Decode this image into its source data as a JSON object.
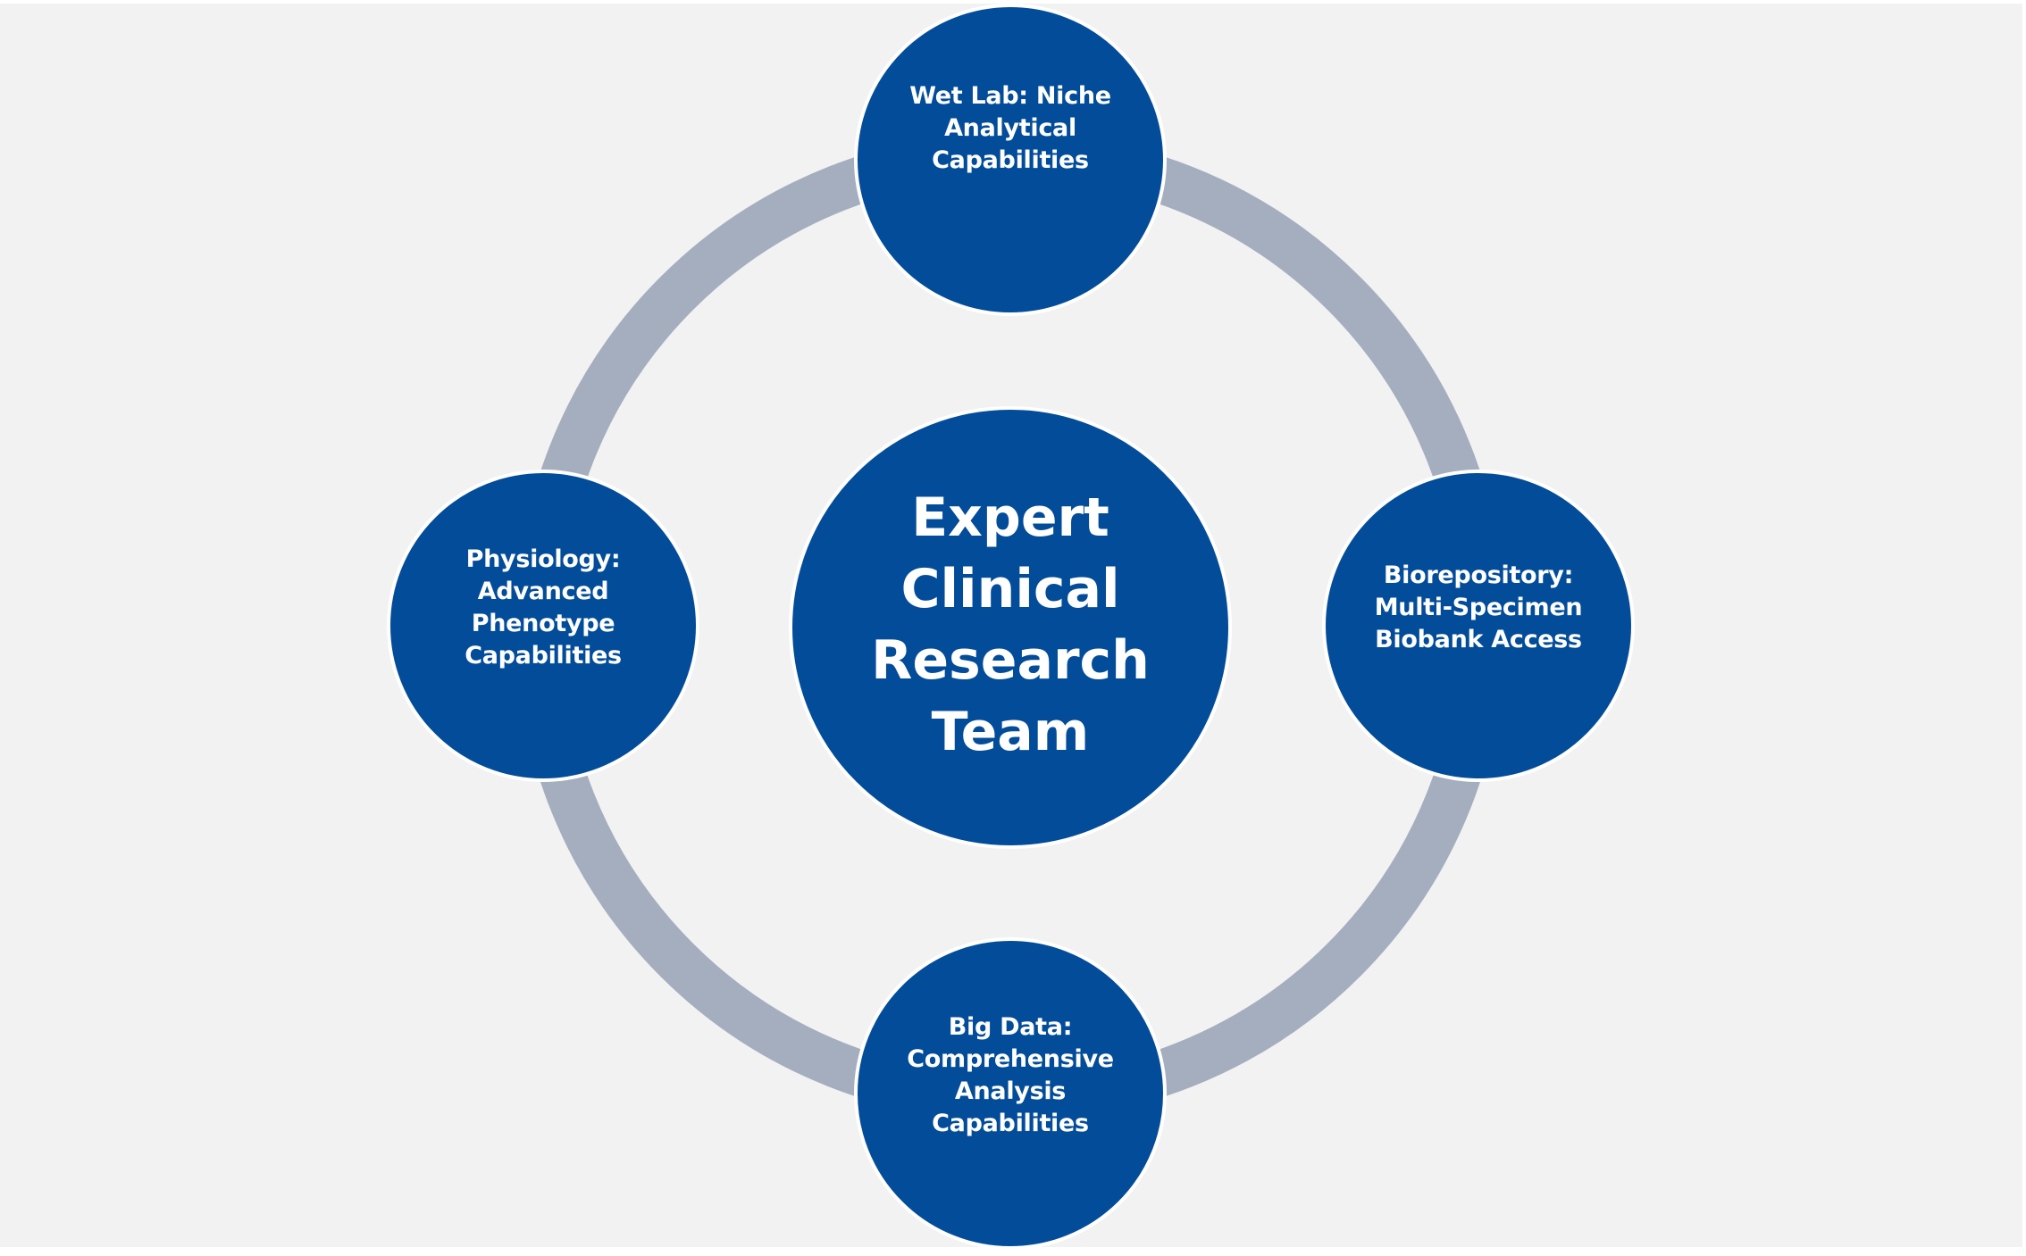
{
  "diagram": {
    "type": "hub-and-ring",
    "colors": {
      "background": "#F2F2F2",
      "node_fill": "#034C9A",
      "node_border": "#FFFFFF",
      "ring": "#A5AEBF",
      "text": "#FFFFFF"
    },
    "center": {
      "lines": [
        "Expert",
        "Clinical",
        "Research",
        "Team"
      ]
    },
    "satellites": [
      {
        "position": "top",
        "lines": [
          "Wet Lab: Niche",
          "Analytical",
          "Capabilities"
        ]
      },
      {
        "position": "right",
        "lines": [
          "Biorepository:",
          "Multi-Specimen",
          "Biobank Access"
        ]
      },
      {
        "position": "bottom",
        "lines": [
          "Big Data:",
          "Comprehensive",
          "Analysis",
          "Capabilities"
        ]
      },
      {
        "position": "left",
        "lines": [
          "Physiology:",
          "Advanced",
          "Phenotype",
          "Capabilities"
        ]
      }
    ]
  }
}
